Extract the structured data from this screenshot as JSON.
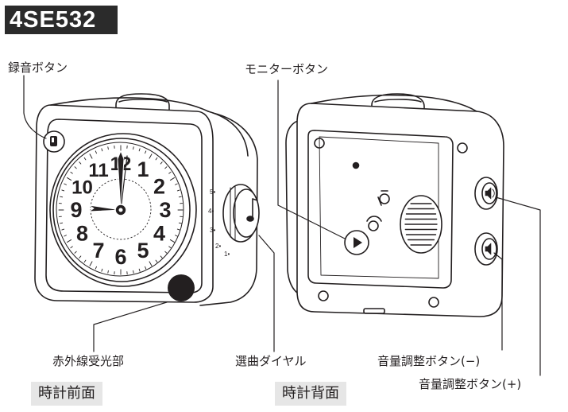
{
  "model": "4SE532",
  "front": {
    "caption": "時計前面",
    "labels": {
      "record_button": "録音ボタン",
      "ir_receiver": "赤外線受光部",
      "song_dial": "選曲ダイヤル"
    },
    "dial_numbers": [
      "12",
      "1",
      "2",
      "3",
      "4",
      "5",
      "6",
      "7",
      "8",
      "9",
      "10",
      "11"
    ],
    "song_dial_marks": [
      "5",
      "4",
      "3",
      "2",
      "1"
    ]
  },
  "back": {
    "caption": "時計背面",
    "labels": {
      "monitor_button": "モニターボタン",
      "volume_down": "音量調整ボタン(−)",
      "volume_up": "音量調整ボタン(+)"
    }
  }
}
